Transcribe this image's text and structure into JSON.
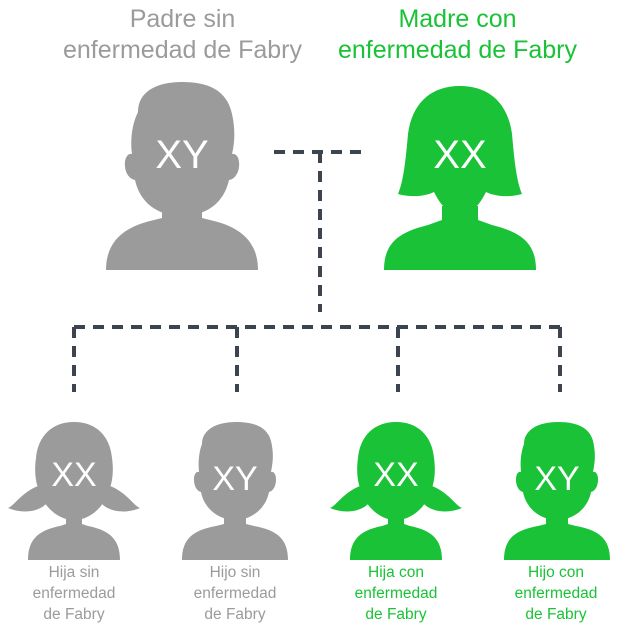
{
  "colors": {
    "unaffected": "#9b9b9b",
    "affected": "#19c236",
    "line": "#3c4450"
  },
  "parents": [
    {
      "id": "father",
      "label_lines": [
        "Padre sin",
        "enfermedad de Fabry"
      ],
      "genotype": "XY",
      "affected": false,
      "icon": "male-silhouette-icon"
    },
    {
      "id": "mother",
      "label_lines": [
        "Madre con",
        "enfermedad de Fabry"
      ],
      "genotype": "XX",
      "affected": true,
      "icon": "female-silhouette-icon"
    }
  ],
  "children": [
    {
      "id": "daughter-unaffected",
      "label_lines": [
        "Hija sin",
        "enfermedad",
        "de Fabry"
      ],
      "genotype": "XX",
      "affected": false,
      "icon": "female-silhouette-icon"
    },
    {
      "id": "son-unaffected",
      "label_lines": [
        "Hijo sin",
        "enfermedad",
        "de Fabry"
      ],
      "genotype": "XY",
      "affected": false,
      "icon": "male-silhouette-icon"
    },
    {
      "id": "daughter-affected",
      "label_lines": [
        "Hija con",
        "enfermedad",
        "de Fabry"
      ],
      "genotype": "XX",
      "affected": true,
      "icon": "female-silhouette-icon"
    },
    {
      "id": "son-affected",
      "label_lines": [
        "Hijo con",
        "enfermedad",
        "de Fabry"
      ],
      "genotype": "XY",
      "affected": true,
      "icon": "male-silhouette-icon"
    }
  ]
}
